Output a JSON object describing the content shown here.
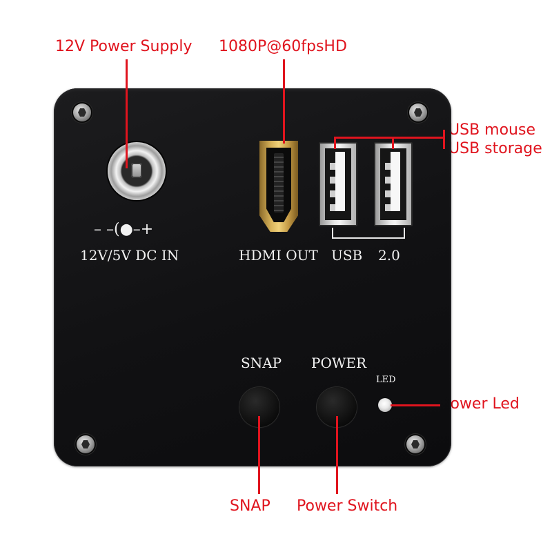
{
  "callouts": {
    "power_supply": "12V Power Supply",
    "hdmi_out": "1080P@60fpsHD",
    "usb_line1": "USB mouse",
    "usb_line2": "USB storage",
    "power_led": "Power Led",
    "snap": "SNAP",
    "power_switch": "Power Switch"
  },
  "panel_labels": {
    "polarity": "– –(●–+",
    "dc_in": "12V/5V DC IN",
    "hdmi": "HDMI OUT",
    "usb": "USB",
    "usb_version": "2.0",
    "snap": "SNAP",
    "power": "POWER",
    "led": "LED"
  },
  "icons": {
    "screw": "hex-screw-icon",
    "dc_jack": "dc-barrel-jack-icon",
    "hdmi": "hdmi-port-icon",
    "usb": "usb-a-port-icon"
  },
  "colors": {
    "callout": "#e0141e",
    "panel": "#111113",
    "panel_text": "#f2f2f2",
    "hdmi_gold": "#d8b35a"
  }
}
